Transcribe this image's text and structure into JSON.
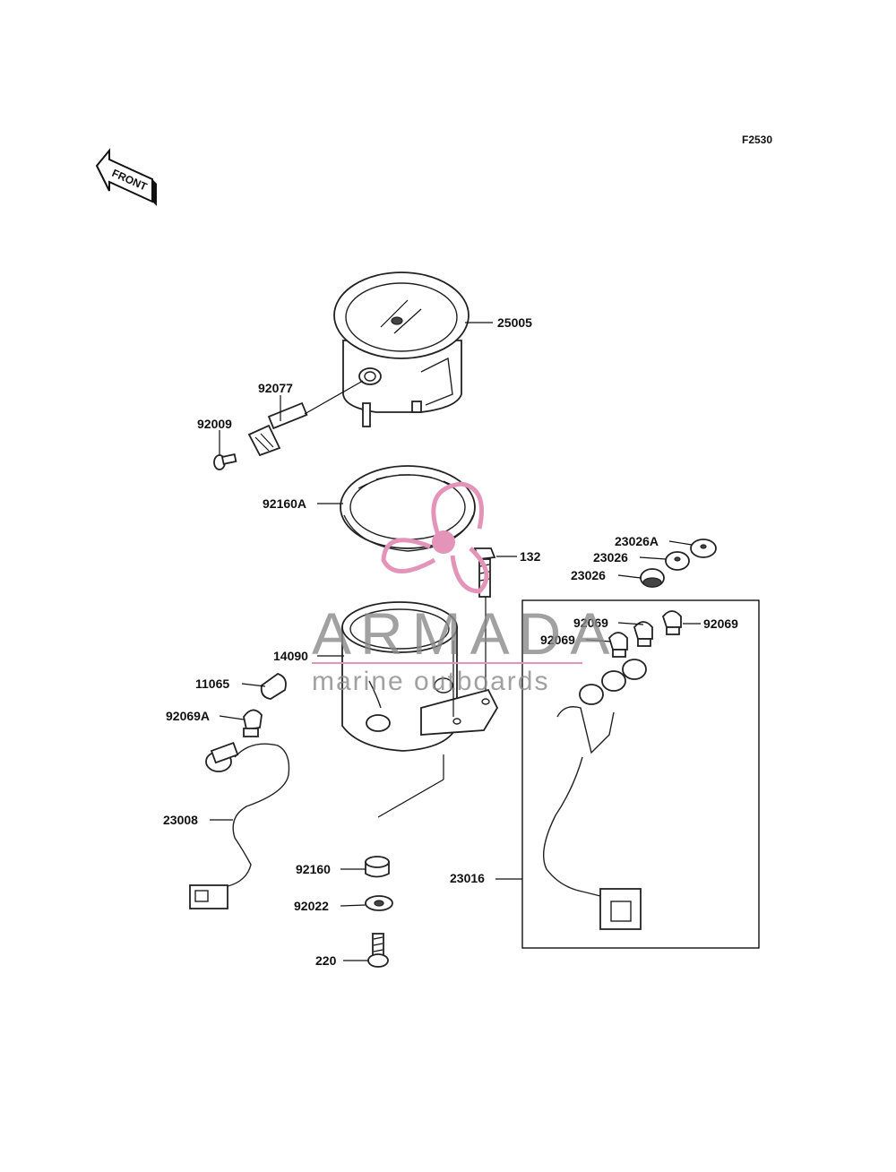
{
  "figure_id": "F2530",
  "front_label": "FRONT",
  "watermark": {
    "brand": "ARMADA",
    "tagline": "marine outboards",
    "color": "#e394b8"
  },
  "callouts": [
    {
      "id": "25005",
      "text": "25005"
    },
    {
      "id": "92077",
      "text": "92077"
    },
    {
      "id": "92009",
      "text": "92009"
    },
    {
      "id": "92160A",
      "text": "92160A"
    },
    {
      "id": "132",
      "text": "132"
    },
    {
      "id": "23026A",
      "text": "23026A"
    },
    {
      "id": "23026-1",
      "text": "23026"
    },
    {
      "id": "23026-2",
      "text": "23026"
    },
    {
      "id": "92069-1",
      "text": "92069"
    },
    {
      "id": "92069-2",
      "text": "92069"
    },
    {
      "id": "92069-3",
      "text": "92069"
    },
    {
      "id": "14090",
      "text": "14090"
    },
    {
      "id": "11065",
      "text": "11065"
    },
    {
      "id": "92069A",
      "text": "92069A"
    },
    {
      "id": "23008",
      "text": "23008"
    },
    {
      "id": "92160",
      "text": "92160"
    },
    {
      "id": "92022",
      "text": "92022"
    },
    {
      "id": "23016",
      "text": "23016"
    },
    {
      "id": "220",
      "text": "220"
    }
  ]
}
